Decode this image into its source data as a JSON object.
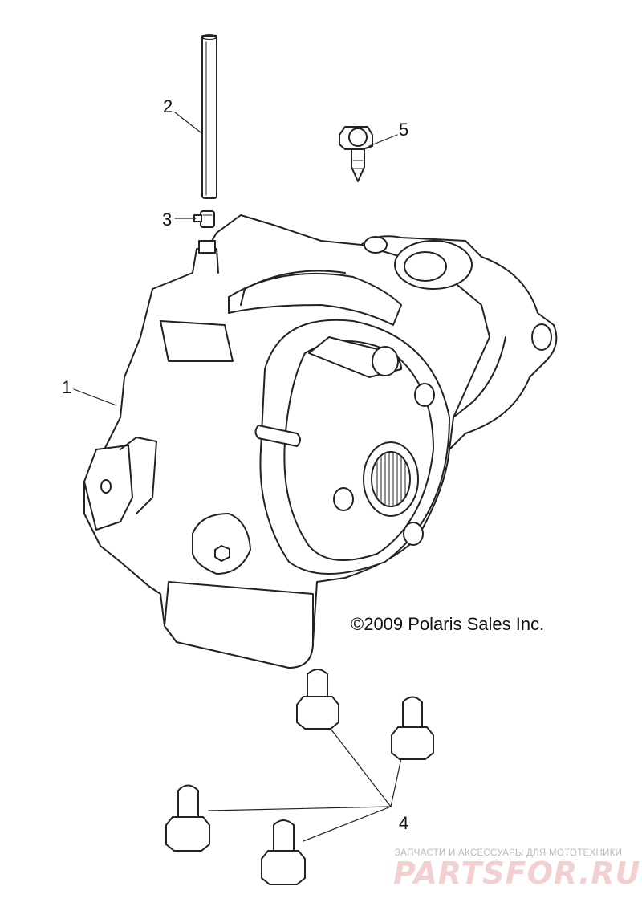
{
  "diagram": {
    "callouts": [
      {
        "id": "1",
        "label": "1",
        "part": "gearcase-housing"
      },
      {
        "id": "2",
        "label": "2",
        "part": "vent-tube"
      },
      {
        "id": "3",
        "label": "3",
        "part": "hose-clamp"
      },
      {
        "id": "4",
        "label": "4",
        "part": "mounting-bolts"
      },
      {
        "id": "5",
        "label": "5",
        "part": "fitting"
      }
    ],
    "copyright": "©2009 Polaris Sales Inc."
  },
  "watermark": {
    "subtitle": "ЗАПЧАСТИ И АКСЕССУАРЫ ДЛЯ МОТОТЕХНИКИ",
    "brand": "PARTSFOR.RU",
    "color": "#e8b4b4"
  }
}
